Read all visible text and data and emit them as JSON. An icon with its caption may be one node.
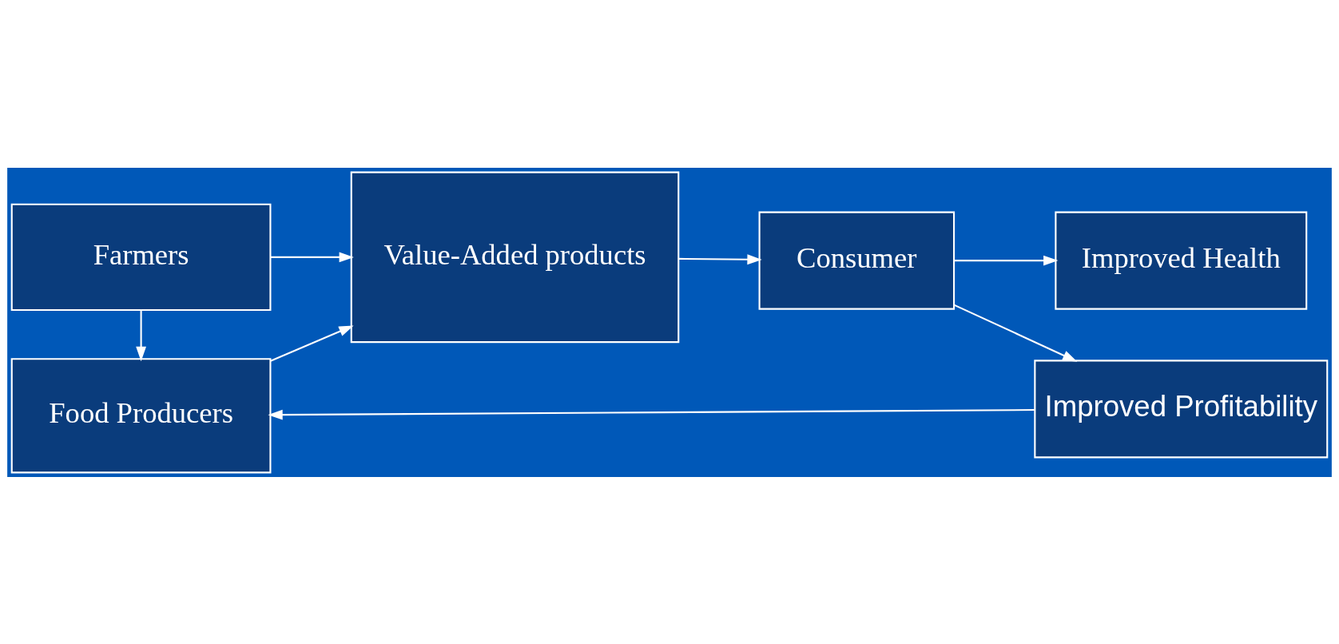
{
  "diagram": {
    "nodes": [
      {
        "text": [
          "Farmers"
        ]
      },
      {
        "text": [
          "Food Producers"
        ]
      },
      {
        "text": [
          "Value-Added products"
        ]
      },
      {
        "text": [
          "Improved Profitability"
        ]
      },
      {
        "text": [
          "Consumer"
        ]
      },
      {
        "text": [
          "Improved Health"
        ]
      }
    ],
    "edges": [
      {
        "from": 0,
        "to": 2,
        "arrow": "to"
      },
      {
        "from": 0,
        "to": 1,
        "arrow": "to"
      },
      {
        "from": 1,
        "to": 2,
        "arrow": "to"
      },
      {
        "from": 2,
        "to": 4,
        "arrow": "to"
      },
      {
        "from": 4,
        "to": 3,
        "arrow": "to"
      },
      {
        "from": 4,
        "to": 5,
        "arrow": "to"
      },
      {
        "from": 3,
        "to": 1,
        "arrow": "to"
      }
    ]
  }
}
